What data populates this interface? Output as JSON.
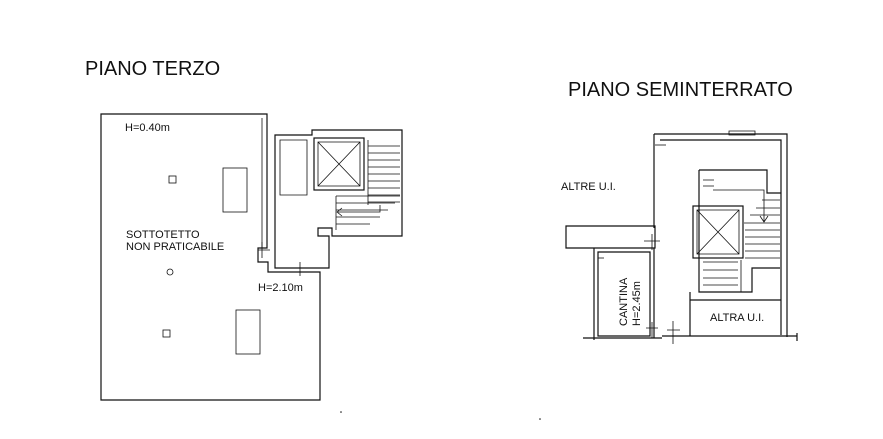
{
  "plans": {
    "third_floor": {
      "title": "PIANO TERZO",
      "height_top": "H=0.40m",
      "room_line1": "SOTTOTETTO",
      "room_line2": "NON PRATICABILE",
      "height_bottom": "H=2.10m"
    },
    "basement": {
      "title": "PIANO SEMINTERRATO",
      "other_units": "ALTRE U.I.",
      "other_unit": "ALTRA U.I.",
      "cellar": "CANTINA",
      "cellar_height": "H=2.45m"
    }
  }
}
